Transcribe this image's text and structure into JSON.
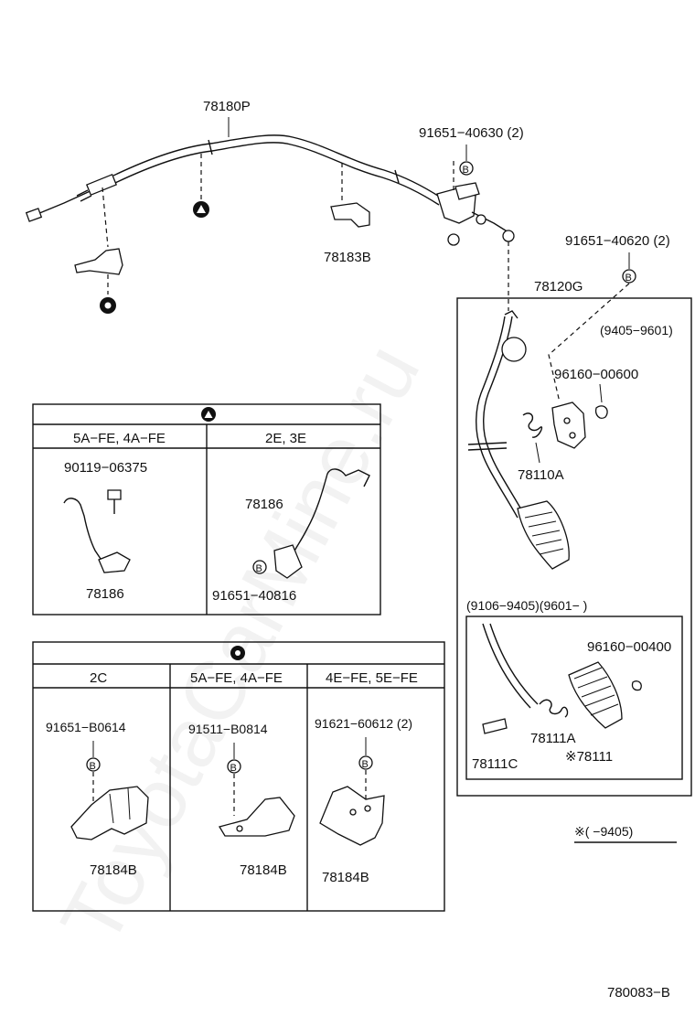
{
  "watermark": "ToyotaCarMine.ru",
  "drawing_number": "780083−B",
  "main": {
    "cable_label": "78180P",
    "clip_label": "78183B",
    "bolt_top_label": "91651−40630 (2)",
    "bolt_pedal_label": "91651−40620 (2)",
    "pedal_label": "78120G",
    "pedal_date_range": "(9405−9601)",
    "nut_label": "96160−00600",
    "spring_label": "78110A"
  },
  "symbols": {
    "b_marker": "B",
    "triangle_marker": "triangle-marker",
    "circle_marker": "circle-marker"
  },
  "panel_triangle": {
    "col1_header": "5A−FE, 4A−FE",
    "col2_header": "2E, 3E",
    "col1_bolt_label": "90119−06375",
    "col1_bracket_label": "78186",
    "col2_bracket_label": "78186",
    "col2_bolt_label": "91651−40816"
  },
  "panel_circle": {
    "col1_header": "2C",
    "col2_header": "5A−FE, 4A−FE",
    "col3_header": "4E−FE, 5E−FE",
    "col1_bolt_label": "91651−B0614",
    "col2_bolt_label": "91511−B0814",
    "col3_bolt_label": "91621−60612 (2)",
    "col1_bracket_label": "78184B",
    "col2_bracket_label": "78184B",
    "col3_bracket_label": "78184B"
  },
  "inset_pedal": {
    "date_range": "(9106−9405)(9601−         )",
    "nut_label": "96160−00400",
    "spring_label": "78111A",
    "pin_label": "78111C",
    "pad_label": "※78111"
  },
  "footnote": "※(         −9405)"
}
